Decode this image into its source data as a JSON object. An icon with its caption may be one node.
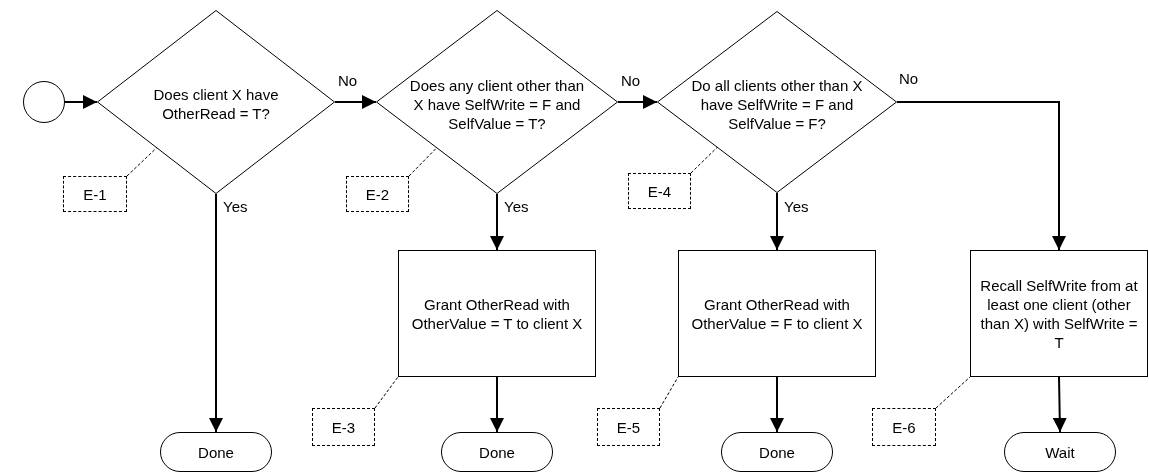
{
  "diagram": {
    "nodes": [
      {
        "text": [],
        "shape": "circle"
      },
      {
        "text": [
          "Does client X have OtherRead = T?"
        ]
      },
      {
        "text": [
          "Does any client other than X have SelfWrite = F and SelfValue = T?"
        ]
      },
      {
        "text": [
          "Do all clients other than X have SelfWrite = F and SelfValue = F?"
        ]
      },
      {
        "text": [
          "Grant OtherRead with OtherValue = T to client X"
        ]
      },
      {
        "text": [
          "Grant OtherRead with OtherValue = F to client X"
        ]
      },
      {
        "text": [
          "Recall SelfWrite from at least one client (other than X) with SelfWrite = T"
        ]
      },
      {
        "text": [
          "Done"
        ]
      },
      {
        "text": [
          "Done"
        ]
      },
      {
        "text": [
          "Done"
        ]
      },
      {
        "text": [
          "Wait"
        ]
      },
      {
        "text": [
          "E-1"
        ]
      },
      {
        "text": [
          "E-2"
        ]
      },
      {
        "text": [
          "E-3"
        ]
      },
      {
        "text": [
          "E-4"
        ]
      },
      {
        "text": [
          "E-5"
        ]
      },
      {
        "text": [
          "E-6"
        ]
      }
    ],
    "edges": [
      {
        "from": 0,
        "to": 1,
        "arrow": "to"
      },
      {
        "from": 1,
        "to": 2,
        "arrow": "to",
        "label": "No"
      },
      {
        "from": 2,
        "to": 3,
        "arrow": "to",
        "label": "No"
      },
      {
        "from": 3,
        "to": 6,
        "arrow": "to",
        "label": "No"
      },
      {
        "from": 1,
        "to": 7,
        "arrow": "to",
        "label": "Yes"
      },
      {
        "from": 2,
        "to": 4,
        "arrow": "to",
        "label": "Yes"
      },
      {
        "from": 3,
        "to": 5,
        "arrow": "to",
        "label": "Yes"
      },
      {
        "from": 4,
        "to": 8,
        "arrow": "to"
      },
      {
        "from": 5,
        "to": 9,
        "arrow": "to"
      },
      {
        "from": 6,
        "to": 10,
        "arrow": "to"
      },
      {
        "from": 11,
        "to": 1,
        "arrow": "none",
        "style": "dashed"
      },
      {
        "from": 12,
        "to": 2,
        "arrow": "none",
        "style": "dashed"
      },
      {
        "from": 13,
        "to": 4,
        "arrow": "none",
        "style": "dashed"
      },
      {
        "from": 14,
        "to": 3,
        "arrow": "none",
        "style": "dashed"
      },
      {
        "from": 15,
        "to": 5,
        "arrow": "none",
        "style": "dashed"
      },
      {
        "from": 16,
        "to": 6,
        "arrow": "none",
        "style": "dashed"
      }
    ]
  }
}
